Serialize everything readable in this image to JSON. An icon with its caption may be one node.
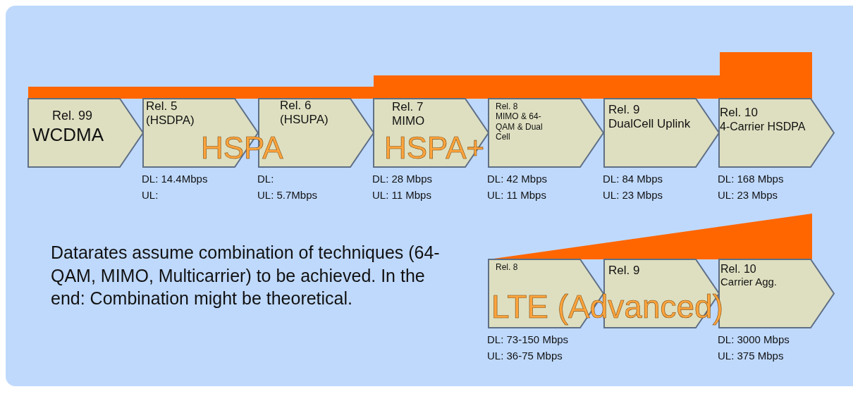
{
  "diagram": {
    "nodes": [
      {
        "text": [],
        "shape": "bar"
      },
      {
        "text": [
          "Rel. 99",
          "WCDMA"
        ]
      },
      {
        "text": [
          "Rel. 5",
          "(HSDPA)"
        ],
        "beside": [
          "DL: 14.4Mbps",
          "UL:"
        ]
      },
      {
        "text": [
          "Rel. 6",
          "(HSUPA)"
        ],
        "beside": [
          "DL:",
          "UL: 5.7Mbps"
        ]
      },
      {
        "text": [
          "Rel. 7",
          "MIMO"
        ],
        "beside": [
          "DL: 28 Mbps",
          "UL: 11 Mbps"
        ]
      },
      {
        "text": [
          "Rel. 8",
          "MIMO & 64-QAM & Dual Cell"
        ],
        "beside": [
          "DL: 42 Mbps",
          "UL: 11 Mbps"
        ]
      },
      {
        "text": [
          "Rel. 9",
          "DualCell Uplink"
        ],
        "beside": [
          "DL: 84 Mbps",
          "UL: 23 Mbps"
        ]
      },
      {
        "text": [
          "Rel. 10",
          "4-Carrier HSDPA"
        ],
        "beside": [
          "DL: 168 Mbps",
          "UL: 23 Mbps"
        ]
      },
      {
        "text": [],
        "shape": "bar"
      },
      {
        "text": [
          "Rel. 8"
        ],
        "beside": [
          "DL: 73-150 Mbps",
          "UL: 36-75 Mbps"
        ]
      },
      {
        "text": [
          "Rel. 9"
        ]
      },
      {
        "text": [
          "Rel. 10",
          "Carrier Agg."
        ],
        "beside": [
          "DL: 3000 Mbps",
          "UL: 375 Mbps"
        ]
      }
    ],
    "labels": [
      "HSPA",
      "HSPA+",
      "Datarates assume combination of techniques (64-QAM, MIMO, Multicarrier) to be achieved. In the end: Combination might be theoretical.",
      "LTE (Advanced)"
    ]
  }
}
